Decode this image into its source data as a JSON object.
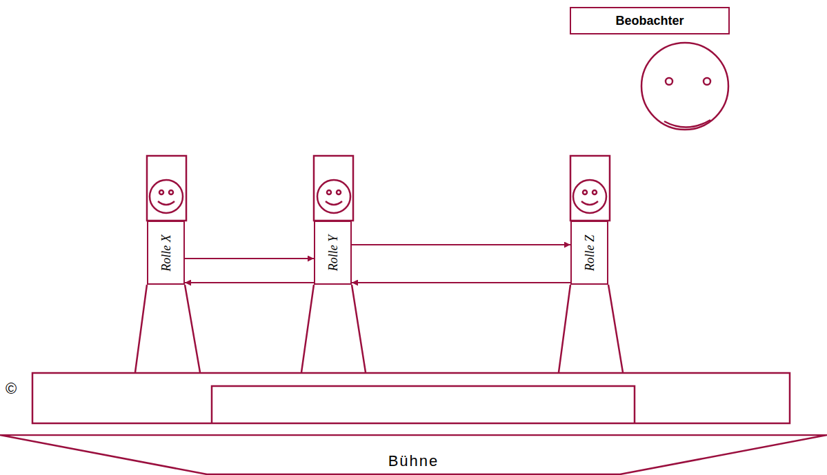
{
  "diagram": {
    "nodes": [
      {
        "text": [
          "Beobachter"
        ]
      },
      {
        "text": [
          "Rolle X"
        ]
      },
      {
        "text": [
          "Rolle Y"
        ]
      },
      {
        "text": [
          "Rolle Z"
        ]
      },
      {
        "text": [
          "Bühne"
        ]
      }
    ],
    "edges": [
      {
        "from": 1,
        "to": 2,
        "arrow": "to"
      },
      {
        "from": 2,
        "to": 1,
        "arrow": "to"
      },
      {
        "from": 2,
        "to": 3,
        "arrow": "to"
      },
      {
        "from": 3,
        "to": 2,
        "arrow": "to"
      }
    ],
    "labels": [
      "©"
    ]
  }
}
